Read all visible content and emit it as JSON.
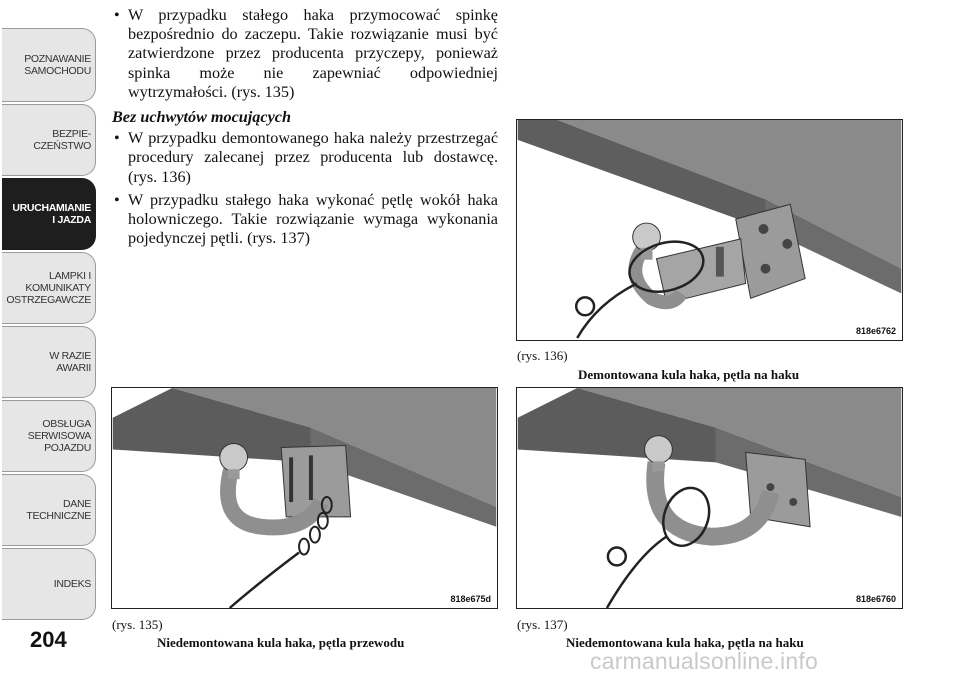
{
  "sidebar": {
    "tabs": [
      {
        "lines": [
          "POZNAWANIE",
          "SAMOCHODU"
        ],
        "active": false
      },
      {
        "lines": [
          "BEZPIE-",
          "CZEŃSTWO"
        ],
        "active": false
      },
      {
        "lines": [
          "URUCHAMIANIE",
          "I JAZDA"
        ],
        "active": true
      },
      {
        "lines": [
          "LAMPKI I",
          "KOMUNIKATY",
          "OSTRZEGAWCZE"
        ],
        "active": false
      },
      {
        "lines": [
          "W RAZIE",
          "AWARII"
        ],
        "active": false
      },
      {
        "lines": [
          "OBSŁUGA",
          "SERWISOWA",
          "POJAZDU"
        ],
        "active": false
      },
      {
        "lines": [
          "DANE",
          "TECHNICZNE"
        ],
        "active": false
      },
      {
        "lines": [
          "INDEKS"
        ],
        "active": false
      }
    ]
  },
  "page_number": "204",
  "text": {
    "bullet1": "W przypadku stałego haka przymocować spinkę bezpośrednio do zaczepu. Takie rozwiązanie musi być zatwierdzone przez producenta przyczepy, ponieważ spinka może nie zapewniać odpowiedniej wytrzymałości. (rys. 135)",
    "subheading": "Bez uchwytów mocujących",
    "bullet2": "W przypadku demontowanego haka należy przestrzegać procedury zalecanej przez producenta lub dostawcę. (rys. 136)",
    "bullet3": "W przypadku stałego haka wykonać pętlę wokół haka holowniczego. Takie rozwiązanie wymaga wykonania pojedynczej pętli. (rys. 137)"
  },
  "figures": {
    "fig136": {
      "code": "818e6762",
      "ref": "(rys. 136)",
      "caption": "Demontowana kula haka, pętla na haku"
    },
    "fig135": {
      "code": "818e675d",
      "ref": "(rys. 135)",
      "caption": "Niedemontowana kula haka, pętla przewodu"
    },
    "fig137": {
      "code": "818e6760",
      "ref": "(rys. 137)",
      "caption": "Niedemontowana kula haka, pętla na haku"
    }
  },
  "watermark": "carmanualsonline.info"
}
